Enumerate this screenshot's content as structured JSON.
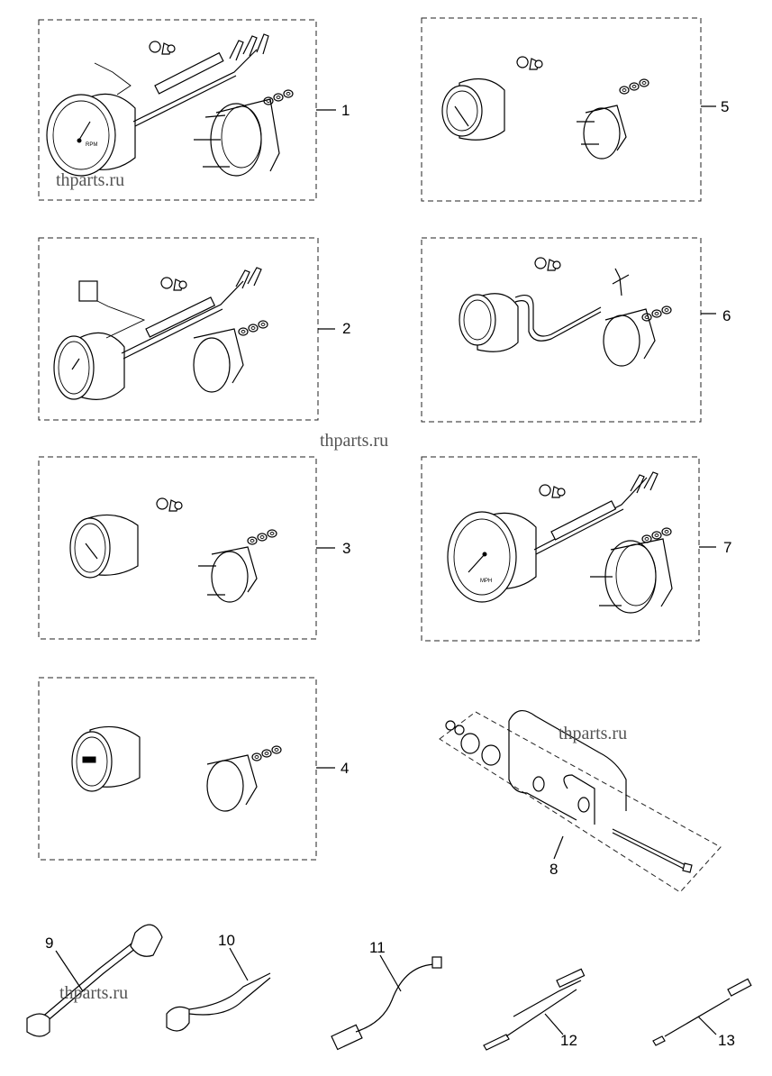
{
  "callouts": [
    "1",
    "2",
    "3",
    "4",
    "5",
    "6",
    "7",
    "8",
    "9",
    "10",
    "11",
    "12",
    "13"
  ],
  "watermarks": [
    "thparts.ru",
    "thparts.ru",
    "thparts.ru",
    "thparts.ru"
  ],
  "gauge_text": {
    "tach_rpm": "RPM",
    "speedo_mph": "MPH"
  }
}
